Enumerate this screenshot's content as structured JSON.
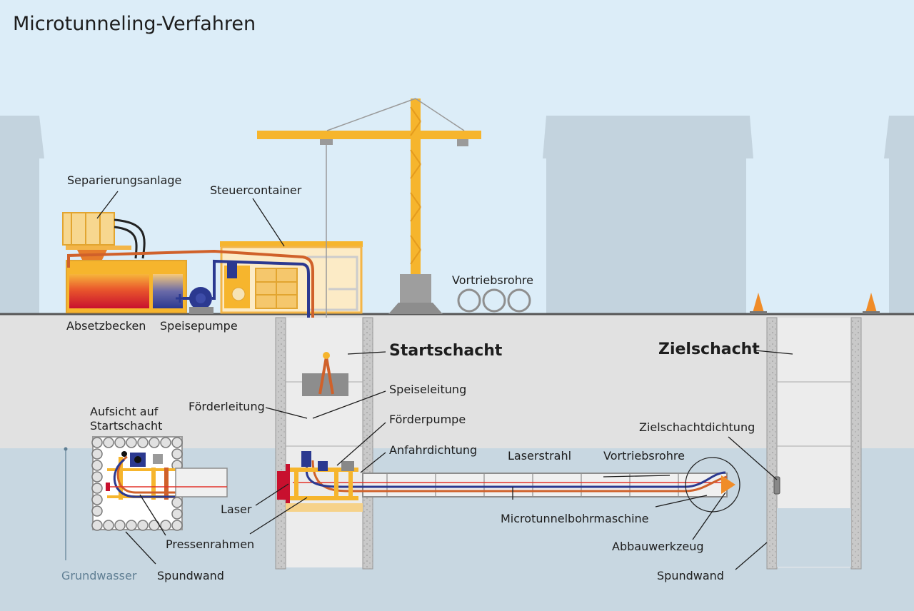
{
  "title": "Microtunneling-Verfahren",
  "labels": {
    "separierungsanlage": "Separierungsanlage",
    "steuercontainer": "Steuercontainer",
    "vortriebsrohre_top": "Vortriebsrohre",
    "absetzbecken": "Absetzbecken",
    "speisepumpe": "Speisepumpe",
    "startschacht": "Startschacht",
    "zielschacht": "Zielschacht",
    "speiseleitung": "Speiseleitung",
    "foerderleitung": "Förderleitung",
    "foerderpumpe": "Förderpumpe",
    "aufsicht_line1": "Aufsicht auf",
    "aufsicht_line2": "Startschacht",
    "anfahrdichtung": "Anfahrdichtung",
    "laserstrahl": "Laserstrahl",
    "vortriebsrohre_tunnel": "Vortriebsrohre",
    "zielschachtdichtung": "Zielschachtdichtung",
    "laser": "Laser",
    "microtunnelbohrmaschine": "Microtunnelbohrmaschine",
    "pressenrahmen": "Pressenrahmen",
    "abbauwerkzeug": "Abbauwerkzeug",
    "grundwasser": "Grundwasser",
    "spundwand_left": "Spundwand",
    "spundwand_right": "Spundwand"
  },
  "colors": {
    "sky": "#dcedf8",
    "buildings": "#c3d3de",
    "soil": "#e1e1e1",
    "groundwater": "#c8d7e1",
    "crane": "#f6b52d",
    "feed_line": "#2b3990",
    "discharge_line": "#d0612a",
    "laser": "#e3332a",
    "grundwasser_text": "#5f7e93"
  }
}
